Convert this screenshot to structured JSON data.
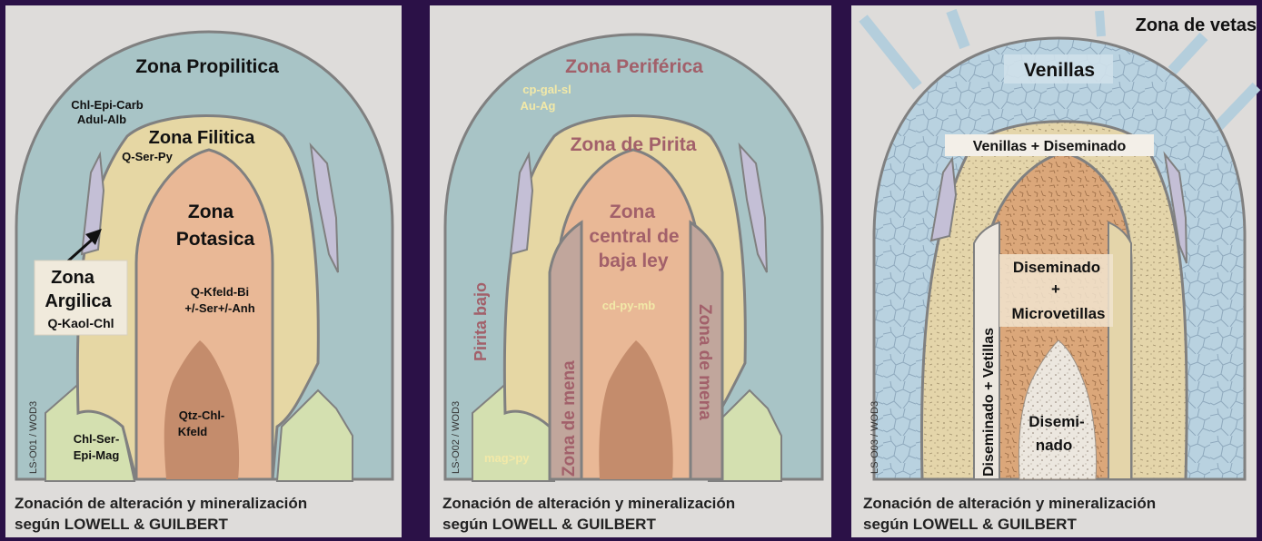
{
  "colors": {
    "border": "#2b1147",
    "panel_bg": "#dedcda",
    "propylitic": "#a8c4c6",
    "phyllic": "#e6d7a4",
    "potassic": "#e9b896",
    "core": "#c48c6c",
    "argillic": "#c4bfd6",
    "green_lobe": "#d4e0b0",
    "vein_blue": "#b4cedc",
    "ore_zone": "#c1a69c",
    "outline": "#808080"
  },
  "panel1": {
    "zona_propilitica": "Zona Propilitica",
    "chl_epi_carb": "Chl-Epi-Carb",
    "adul_alb": "Adul-Alb",
    "zona_filitica": "Zona Filitica",
    "q_ser_py": "Q-Ser-Py",
    "zona": "Zona",
    "potasica": "Potasica",
    "q_kfeld_bi": "Q-Kfeld-Bi",
    "ser_anh": "+/-Ser+/-Anh",
    "argilica_zona": "Zona",
    "argilica": "Argilica",
    "q_kaol_chl": "Q-Kaol-Chl",
    "qtz_chl": "Qtz-Chl-",
    "kfeld": "Kfeld",
    "chl_ser": "Chl-Ser-",
    "epi_mag": "Epi-Mag",
    "code": "LS-O01 / WOD3",
    "caption_1": "Zonación de alteración y mineralización",
    "caption_2": "según LOWELL & GUILBERT"
  },
  "panel2": {
    "zona_periferica": "Zona Periférica",
    "cp_gal_sl": "cp-gal-sl",
    "au_ag": "Au-Ag",
    "zona_pirita": "Zona de Pirita",
    "zona": "Zona",
    "central_de": "central de",
    "baja_ley": "baja ley",
    "cd_py_mb": "cd-py-mb",
    "pirita_bajo": "Pirita bajo",
    "zona_mena_left": "Zona de mena",
    "zona_mena_right": "Zona de mena",
    "mag_py": "mag>py",
    "code": "LS-O02 / WOD3",
    "caption_1": "Zonación de alteración y mineralización",
    "caption_2": "según LOWELL & GUILBERT"
  },
  "panel3": {
    "zona_vetas": "Zona de vetas",
    "venillas": "Venillas",
    "venillas_diseminado": "Venillas + Diseminado",
    "diseminado": "Diseminado",
    "plus": "+",
    "microvetillas": "Microvetillas",
    "diseminado_vetillas": "Diseminado + Vetillas",
    "disemi": "Disemi-",
    "nado": "nado",
    "code": "LS-O03 / WOD3",
    "caption_1": "Zonación de alteración y mineralización",
    "caption_2": "según LOWELL & GUILBERT"
  }
}
